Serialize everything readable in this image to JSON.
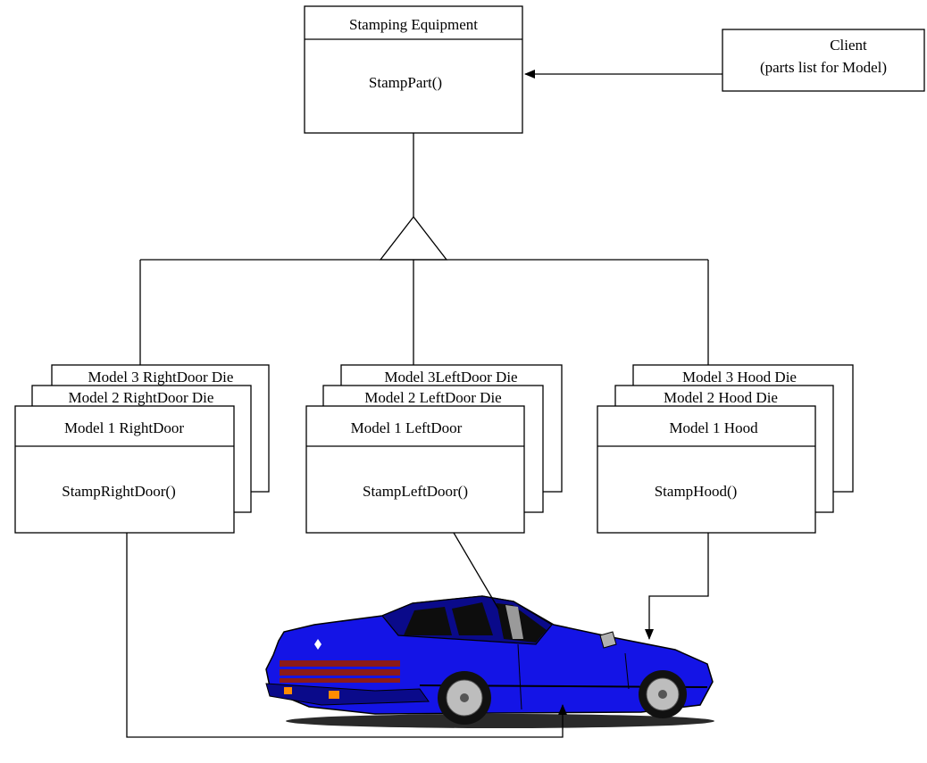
{
  "stamping_equipment": {
    "title": "Stamping Equipment",
    "operation": "StampPart()"
  },
  "client": {
    "line1": "Client",
    "line2": "(parts list for Model)"
  },
  "right_door": {
    "die3": "Model 3 RightDoor Die",
    "die2": "Model 2 RightDoor Die",
    "title": "Model 1 RightDoor",
    "operation": "StampRightDoor()"
  },
  "left_door": {
    "die3": "Model 3LeftDoor Die",
    "die2": "Model 2 LeftDoor Die",
    "title": "Model 1 LeftDoor",
    "operation": "StampLeftDoor()"
  },
  "hood": {
    "die3": "Model 3 Hood Die",
    "die2": "Model 2 Hood Die",
    "title": "Model 1 Hood",
    "operation": "StampHood()"
  },
  "colors": {
    "line": "#000000",
    "car_body": "#1414e6",
    "car_dark": "#0a0a8a",
    "tail_light": "#8b1a1a",
    "indicator": "#ff8c00"
  },
  "icons": {
    "car": "car-illustration"
  }
}
